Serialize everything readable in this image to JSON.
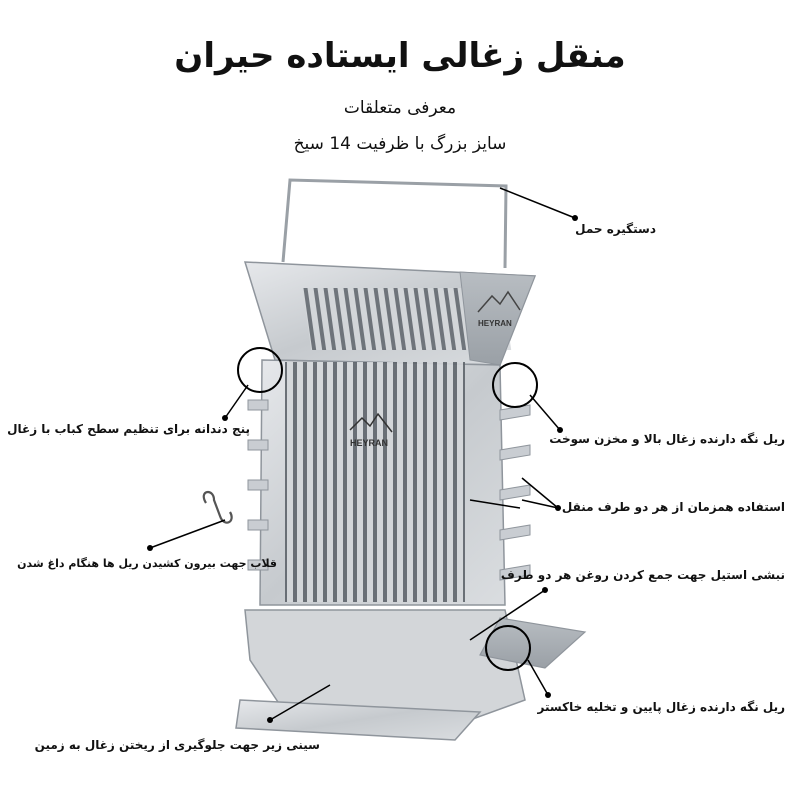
{
  "header": {
    "title": "منقل زغالی ایستاده حیران",
    "subtitle": "معرفی متعلقات",
    "capacity_line": "سایز بزرگ با ظرفیت 14 سیخ"
  },
  "brand": {
    "logo_text_top": "HEYRAN",
    "logo_text_front": "HEYRAN"
  },
  "callouts": {
    "handle": "دستگیره حمل",
    "upper_rail": "ریل نگه دارنده زغال بالا و مخزن سوخت",
    "comb": "پنج دندانه برای تنظیم سطح کباب با زغال",
    "both_sides": "استفاده همزمان از هر دو طرف منقل",
    "hook": "قلاب جهت بیرون کشیدن ریل ها هنگام داغ شدن",
    "steel_edge": "نبشی استیل جهت جمع کردن روغن هر دو طرف",
    "lower_rail": "ریل نگه دارنده زغال پایین و تخلیه خاکستر",
    "tray": "سینی زیر جهت جلوگیری از ریختن زغال به زمین"
  },
  "colors": {
    "metal": "#c9cdd2",
    "metal_dark": "#8f959c",
    "leader": "#000000"
  }
}
